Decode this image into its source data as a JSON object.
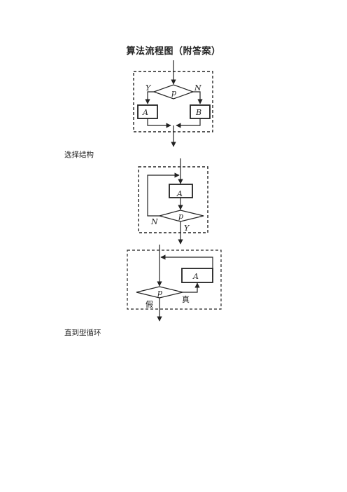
{
  "document": {
    "title": "算法流程图（附答案）",
    "captions": {
      "selection": "选择结构",
      "until_loop": "直到型循环"
    }
  },
  "diagram1": {
    "decision": "p",
    "yes": "Y",
    "no": "N",
    "box_a": "A",
    "box_b": "B"
  },
  "diagram2": {
    "box": "A",
    "decision": "p",
    "no": "N",
    "yes": "Y"
  },
  "diagram3": {
    "box": "A",
    "decision": "p",
    "false_label": "假",
    "true_label": "真"
  }
}
